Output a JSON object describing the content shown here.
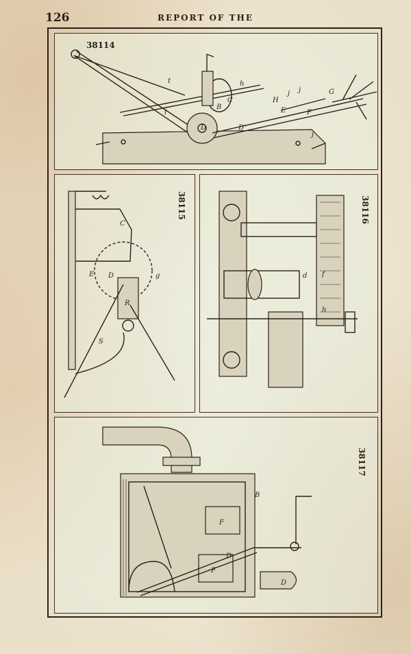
{
  "header": {
    "page_number": "126",
    "running_head": "REPORT OF THE"
  },
  "figures": [
    {
      "number": "38114",
      "labels": [
        "t",
        "h",
        "B",
        "C",
        "D",
        "D'",
        "E",
        "F",
        "G",
        "H",
        "j",
        "j",
        "j",
        "i"
      ]
    },
    {
      "number": "38115",
      "labels": [
        "C",
        "D",
        "E",
        "g",
        "R",
        "S"
      ]
    },
    {
      "number": "38116",
      "labels": [
        "d",
        "f",
        "h"
      ]
    },
    {
      "number": "38117",
      "labels": [
        "B",
        "F",
        "F",
        "D",
        "D"
      ]
    }
  ]
}
